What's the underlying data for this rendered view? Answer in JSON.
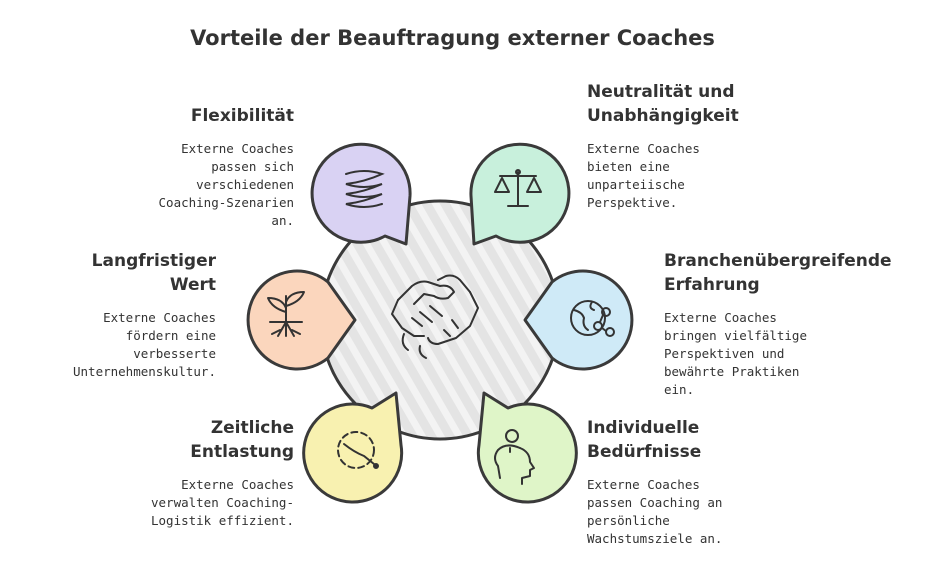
{
  "title": "Vorteile der Beauftragung externer Coaches",
  "colors": {
    "flexibilitaet": "#d9d2f3",
    "neutralitaet": "#c8f0dc",
    "branchen": "#cfeaf7",
    "individuell": "#dff5c8",
    "zeitlich": "#f8f1b0",
    "langfristig": "#fbd6bd",
    "center": "#e6e6e6",
    "outline": "#3a3a3a"
  },
  "items": {
    "flexibilitaet": {
      "title": "Flexibilität",
      "text": "Externe Coaches\npassen sich\nverschiedenen\nCoaching-Szenarien\nan.",
      "icon": "spring-icon"
    },
    "neutralitaet": {
      "title": "Neutralität und\nUnabhängigkeit",
      "text": "Externe Coaches\nbieten eine\nunparteiische\nPerspektive.",
      "icon": "scale-icon"
    },
    "branchen": {
      "title": "Branchenübergreifende\nErfahrung",
      "text": "Externe Coaches\nbringen vielfältige\nPerspektiven und\nbewährte Praktiken\nein.",
      "icon": "globe-network-icon"
    },
    "individuell": {
      "title": "Individuelle\nBedürfnisse",
      "text": "Externe Coaches\npassen Coaching an\npersönliche\nWachstumsziele an.",
      "icon": "person-head-icon"
    },
    "zeitlich": {
      "title": "Zeitliche\nEntlastung",
      "text": "Externe Coaches\nverwalten Coaching-\nLogistik effizient.",
      "icon": "stopwatch-icon"
    },
    "langfristig": {
      "title": "Langfristiger\nWert",
      "text": "Externe Coaches\nfördern eine\nverbesserte\nUnternehmenskultur.",
      "icon": "sprout-icon"
    }
  }
}
